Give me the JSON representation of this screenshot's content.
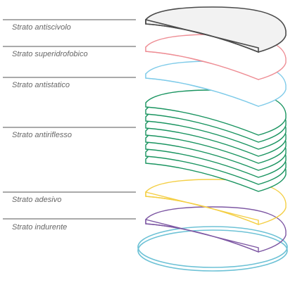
{
  "layers": [
    {
      "id": "antiscivolo",
      "label": "Strato antiscivolo",
      "color": "#4a4a4a",
      "fill": "#f2f2f2",
      "sheets": 1
    },
    {
      "id": "superidrofobico",
      "label": "Strato superidrofobico",
      "color": "#ee8e95",
      "fill": "#ffffff",
      "sheets": 1
    },
    {
      "id": "antistatico",
      "label": "Strato antistatico",
      "color": "#7fcbe9",
      "fill": "#ffffff",
      "sheets": 1
    },
    {
      "id": "antiriflesso",
      "label": "Strato antiriflesso",
      "color": "#1a9460",
      "fill": "#ffffff",
      "sheets": 9
    },
    {
      "id": "adesivo",
      "label": "Strato adesivo",
      "color": "#f4cf46",
      "fill": "#ffffff",
      "sheets": 1
    },
    {
      "id": "indurente",
      "label": "Strato indurente",
      "color": "#7d57a3",
      "fill": "#ffffff",
      "sheets": 1
    }
  ],
  "base": {
    "color": "#6ec2d6"
  }
}
